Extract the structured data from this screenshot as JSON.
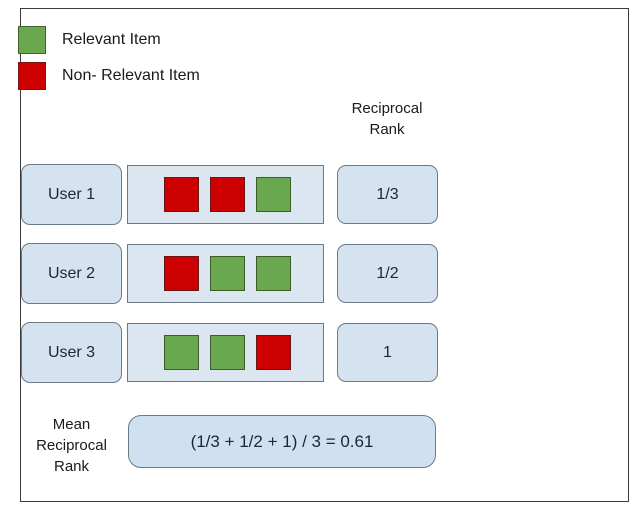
{
  "legend": {
    "items": [
      {
        "label": "Relevant Item",
        "color": "#6aa84f",
        "icon": "green-square-swatch"
      },
      {
        "label": "Non- Relevant Item",
        "color": "#cc0000",
        "icon": "red-square-swatch"
      }
    ]
  },
  "columns": {
    "reciprocal_rank_header_line1": "Reciprocal",
    "reciprocal_rank_header_line2": "Rank"
  },
  "rows": [
    {
      "user": "User 1",
      "items": [
        "red",
        "red",
        "green"
      ],
      "reciprocal_rank": "1/3"
    },
    {
      "user": "User 2",
      "items": [
        "red",
        "green",
        "green"
      ],
      "reciprocal_rank": "1/2"
    },
    {
      "user": "User 3",
      "items": [
        "green",
        "green",
        "red"
      ],
      "reciprocal_rank": "1"
    }
  ],
  "summary": {
    "label_line1": "Mean",
    "label_line2": "Reciprocal",
    "label_line3": "Rank",
    "formula": "(1/3 + 1/2 + 1) / 3 = 0.61"
  },
  "colors": {
    "relevant": "#6aa84f",
    "non_relevant": "#cc0000",
    "box_fill": "#d5e3f1",
    "items_fill": "#dbe6f1",
    "summary_fill": "#cfe0f0",
    "border": "#6b7a86",
    "frame": "#3a3a3a"
  }
}
